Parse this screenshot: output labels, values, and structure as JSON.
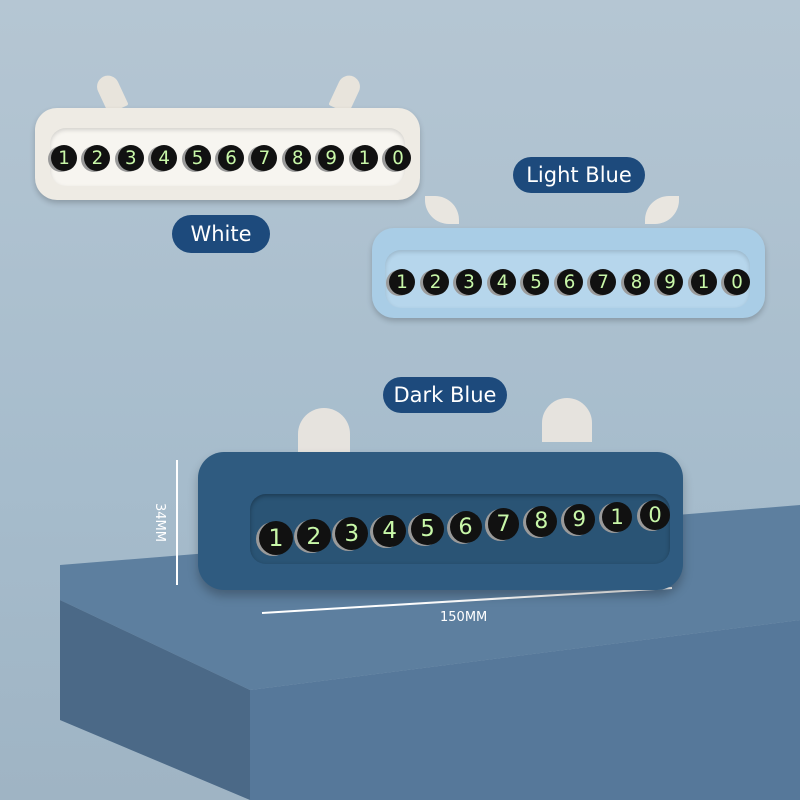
{
  "labels": {
    "white": "White",
    "light_blue": "Light Blue",
    "dark_blue": "Dark Blue"
  },
  "digits": [
    "1",
    "2",
    "3",
    "4",
    "5",
    "6",
    "7",
    "8",
    "9",
    "1",
    "0"
  ],
  "dimensions": {
    "height": "34MM",
    "width": "150MM"
  },
  "colors": {
    "label_bg": "#1d4a7c",
    "white_body": "#eeebe4",
    "light_blue_body": "#a9cde6",
    "dark_blue_body": "#2f5b80",
    "digit_glow": "#c8f7a8"
  }
}
